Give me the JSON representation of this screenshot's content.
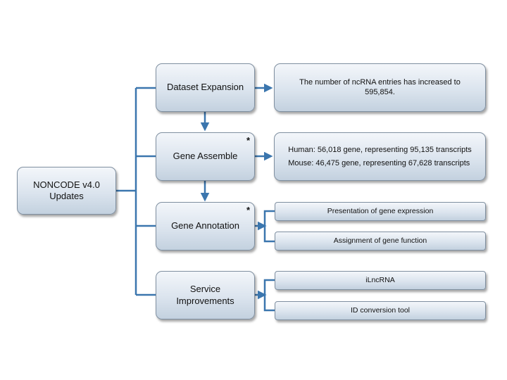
{
  "root": {
    "label": "NONCODE v4.0 Updates"
  },
  "branches": [
    {
      "label": "Dataset Expansion",
      "marker": ""
    },
    {
      "label": "Gene Assemble",
      "marker": "*"
    },
    {
      "label": "Gene Annotation",
      "marker": "*"
    },
    {
      "label": "Service Improvements",
      "marker": ""
    }
  ],
  "details": {
    "dataset": "The number of ncRNA entries has increased to 595,854.",
    "assemble_human": "Human: 56,018 gene, representing 95,135 transcripts",
    "assemble_mouse": "Mouse: 46,475 gene, representing 67,628 transcripts",
    "annotation_expression": "Presentation of gene expression",
    "annotation_function": "Assignment of gene function",
    "service_ilncrna": "iLncRNA",
    "service_idconv": "ID conversion tool"
  },
  "colors": {
    "connector": "#3b76ae",
    "box_border": "#7f8fa0"
  }
}
